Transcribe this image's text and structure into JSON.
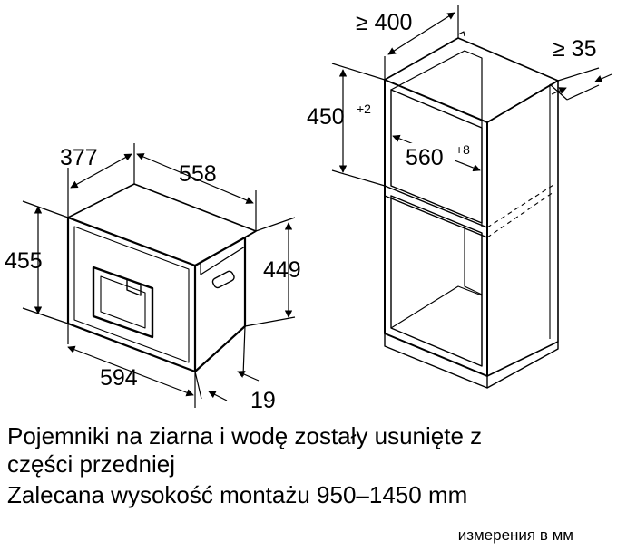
{
  "dimensions": {
    "appliance": {
      "depth_total": "377",
      "depth_body": "558",
      "height_front": "455",
      "height_body": "449",
      "width": "594",
      "front_thickness": "19"
    },
    "niche": {
      "depth_min": "≥ 400",
      "side_min": "≥ 35",
      "height": "450",
      "height_tolerance": "+2",
      "width": "560",
      "width_tolerance": "+8"
    }
  },
  "captions": {
    "line1": "Pojemniki na ziarna i wodę zostały usunięte z",
    "line2": "części przedniej",
    "line3": "Zalecana wysokość montażu 950–1450 mm"
  },
  "units_note": "измерения в мм"
}
